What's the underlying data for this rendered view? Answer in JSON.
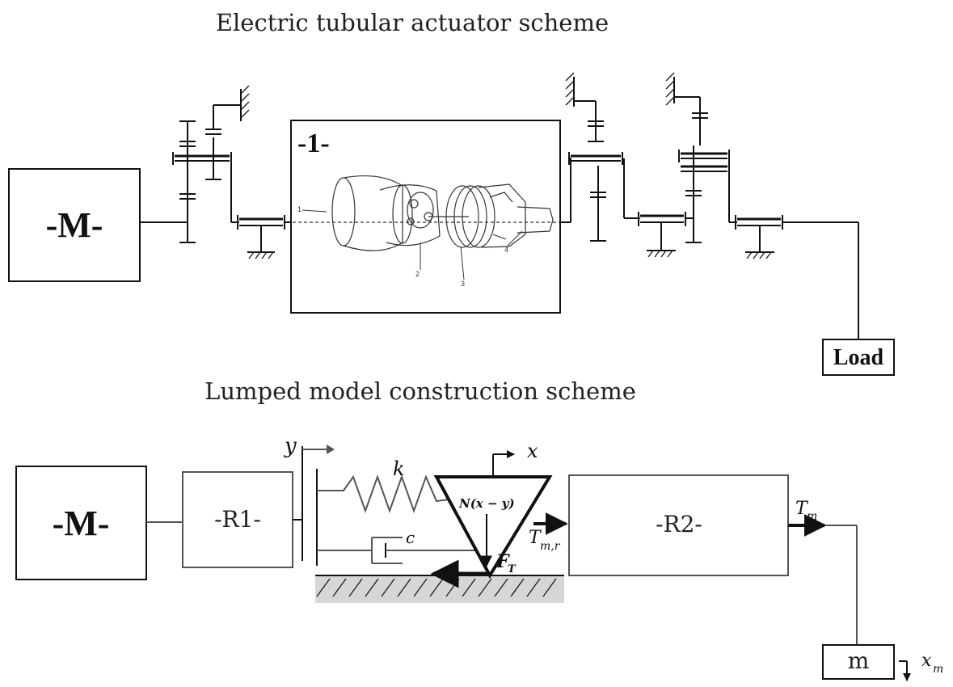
{
  "top_scheme": {
    "title": "Electric tubular actuator scheme",
    "motor_label": "-M-",
    "unit_label": "-1-",
    "unit_callouts": [
      "1",
      "2",
      "3",
      "4"
    ],
    "load_label": "Load"
  },
  "bottom_scheme": {
    "title": "Lumped model construction scheme",
    "motor_label": "-M-",
    "r1_label": "-R1-",
    "r2_label": "-R2-",
    "mass_label": "m",
    "symbols": {
      "y": "y",
      "x": "x",
      "k": "k",
      "c": "c",
      "normal_force": "N(x − y)",
      "torque_m": "T",
      "torque_m_sub": "m",
      "torque_mr": "T",
      "torque_mr_sub": "m,r",
      "friction": "F",
      "friction_sub": "T",
      "xm": "x",
      "xm_sub": "m"
    }
  },
  "colors": {
    "line": "#111111",
    "box_gray": "#555555",
    "ground_fill": "#d6d6d6"
  }
}
